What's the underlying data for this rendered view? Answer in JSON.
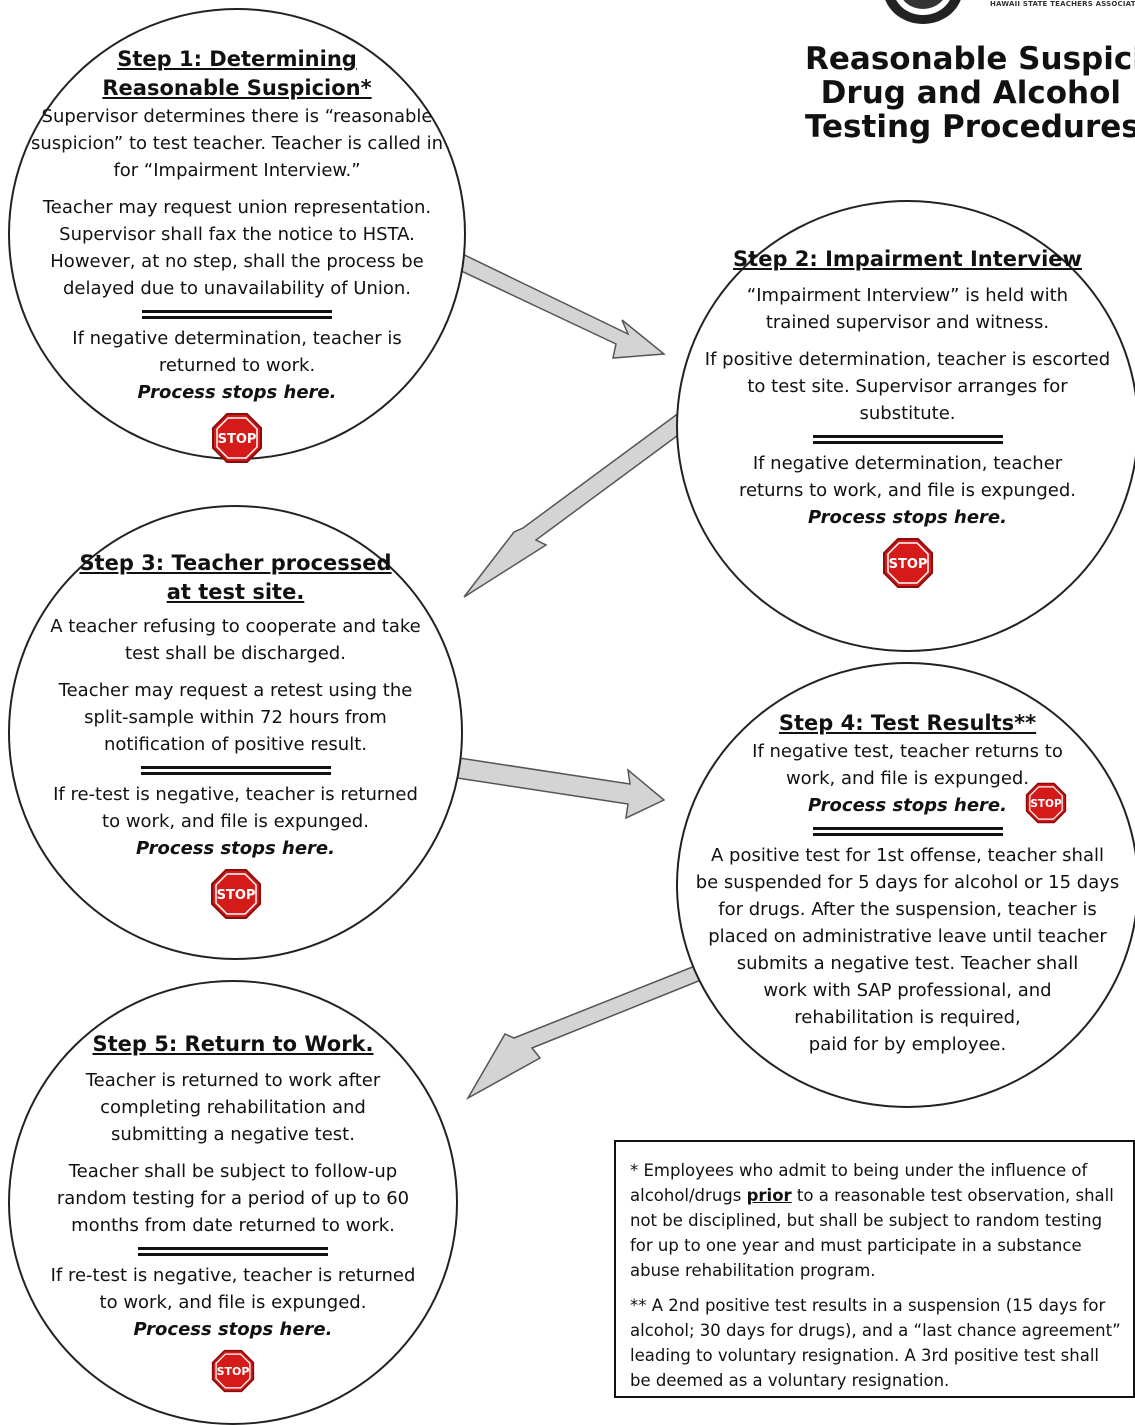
{
  "header": {
    "org_name": "HAWAII STATE TEACHERS ASSOCIATION",
    "title_lines": [
      "Reasonable Suspicion",
      "Drug and Alcohol",
      "Testing Procedures"
    ]
  },
  "colors": {
    "arrow_fill": "#d4d4d4",
    "stop_red": "#d51a1a",
    "border": "#222222"
  },
  "steps": [
    {
      "title_lines": [
        "Step 1:  Determining",
        "Reasonable Suspicion*"
      ],
      "paragraphs": [
        [
          "Supervisor determines there is “reasonable",
          "suspicion” to test teacher.  Teacher is called in",
          "for “Impairment Interview.”"
        ],
        [
          "Teacher may request union representation.",
          "Supervisor shall fax the notice to HSTA.",
          "However, at no step, shall the process  be",
          "delayed due to unavailability of Union."
        ]
      ],
      "after_divider": [
        "If negative determination, teacher is",
        "returned to work."
      ],
      "stop_text": "Process stops here.",
      "stop_sign": "STOP"
    },
    {
      "title_lines": [
        "Step 2:  Impairment Interview"
      ],
      "paragraphs": [
        [
          "“Impairment Interview” is held with",
          "trained supervisor and witness."
        ],
        [
          "If positive determination, teacher is escorted",
          "to test site.  Supervisor arranges for",
          "substitute."
        ]
      ],
      "after_divider": [
        "If negative determination, teacher",
        "returns to work, and file is expunged."
      ],
      "stop_text": "Process stops here.",
      "stop_sign": "STOP"
    },
    {
      "title_lines": [
        "Step 3:  Teacher processed",
        "at test site."
      ],
      "paragraphs": [
        [
          "A teacher refusing to cooperate and take",
          "test shall be discharged."
        ],
        [
          "Teacher may request a retest using the",
          "split-sample within 72 hours from",
          "notification of positive result."
        ]
      ],
      "after_divider": [
        "If re-test is negative, teacher is returned",
        "to work, and file is expunged."
      ],
      "stop_text": "Process stops here.",
      "stop_sign": "STOP"
    },
    {
      "title_lines": [
        "Step 4: Test Results**"
      ],
      "paragraphs": [
        [
          "If negative test, teacher returns to",
          "work, and file is expunged."
        ]
      ],
      "stop_text": "Process stops here.",
      "stop_sign": "STOP",
      "after_divider": [
        "A positive test for 1st offense, teacher shall",
        "be suspended for 5 days for alcohol or 15 days",
        "for drugs.  After the suspension, teacher is",
        "placed on administrative leave until teacher",
        "submits a negative test.  Teacher shall",
        "work with SAP professional, and",
        "rehabilitation is required,",
        "paid for by employee."
      ]
    },
    {
      "title_lines": [
        "Step 5:  Return to Work."
      ],
      "paragraphs": [
        [
          "Teacher is returned to work after",
          "completing rehabilitation and",
          "submitting a negative test."
        ],
        [
          "Teacher shall be subject to follow-up",
          "random testing for a period of up to 60",
          "months from date returned to work."
        ]
      ],
      "after_divider": [
        "If re-test is negative, teacher is returned",
        "to work, and file is expunged."
      ],
      "stop_text": "Process stops here.",
      "stop_sign": "STOP"
    }
  ],
  "notes": {
    "note1_pre": "* Employees who admit to being under the influence of alcohol/drugs ",
    "note1_bold": "prior",
    "note1_post": " to a reasonable test observation, shall not be disciplined, but shall be subject to random testing for up to one year and must participate in a substance abuse rehabilitation program.",
    "note2": "** A  2nd positive test results in a suspension (15 days for alcohol; 30 days for drugs), and a “last chance agreement” leading to voluntary resignation.   A 3rd positive test shall be deemed as a voluntary resignation."
  }
}
